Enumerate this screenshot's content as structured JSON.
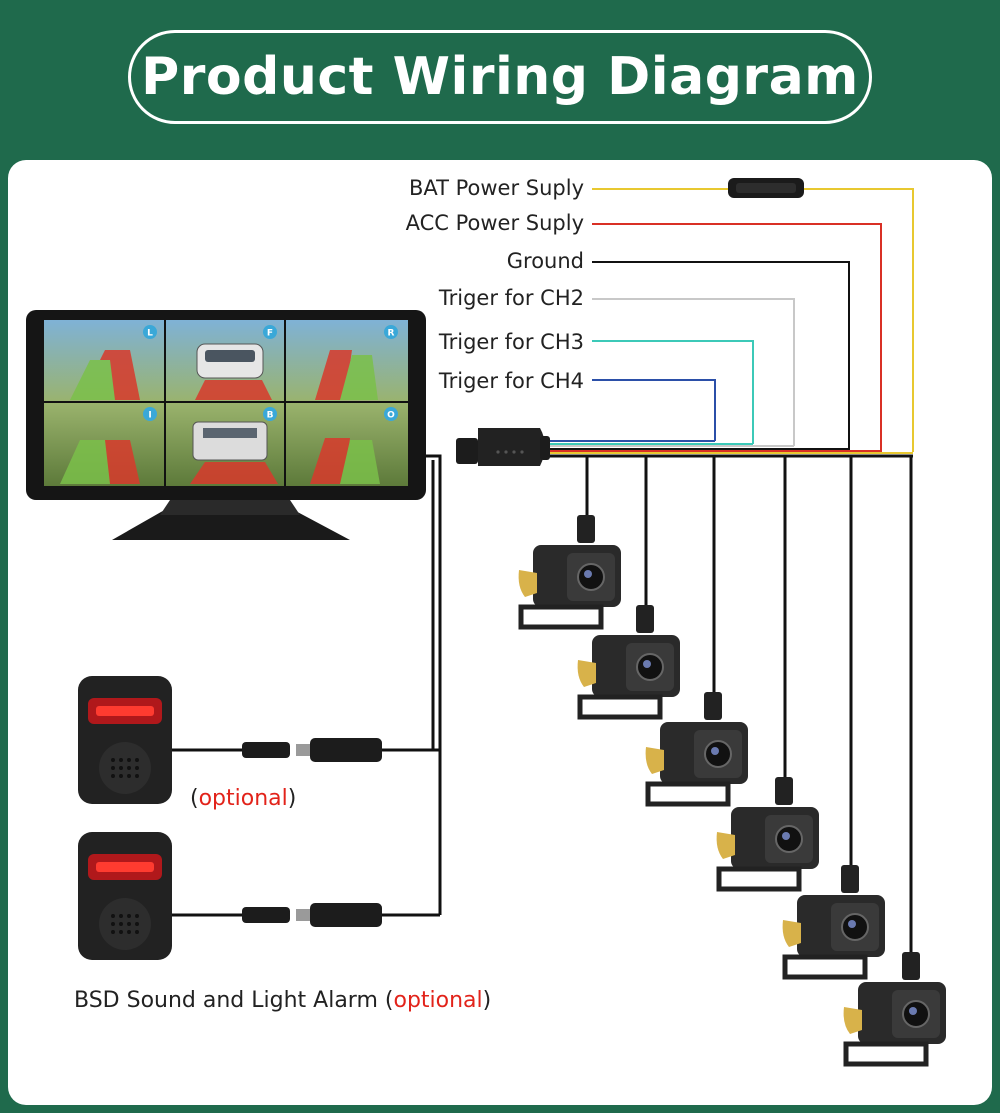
{
  "title": "Product Wiring Diagram",
  "wires": [
    {
      "label": "BAT Power Suply",
      "color": "#e8c830"
    },
    {
      "label": "ACC Power Suply",
      "color": "#d93025"
    },
    {
      "label": "Ground",
      "color": "#111111"
    },
    {
      "label": "Triger for CH2",
      "color": "#c8c8c8"
    },
    {
      "label": "Triger for CH3",
      "color": "#3cc9b8"
    },
    {
      "label": "Triger for CH4",
      "color": "#2b4fa8"
    }
  ],
  "monitor": {
    "views": [
      {
        "badge": "L"
      },
      {
        "badge": "F"
      },
      {
        "badge": "R"
      },
      {
        "badge": "I"
      },
      {
        "badge": "B"
      },
      {
        "badge": "O"
      }
    ]
  },
  "alarm": {
    "optional_open": "(",
    "optional_word": "optional",
    "optional_close": ")",
    "caption_text": "BSD Sound and Light Alarm ",
    "caption_open": "(",
    "caption_word": "optional",
    "caption_close": ")"
  },
  "colors": {
    "background": "#1f6a4c",
    "panel": "#ffffff",
    "accent_red": "#e2231a"
  }
}
